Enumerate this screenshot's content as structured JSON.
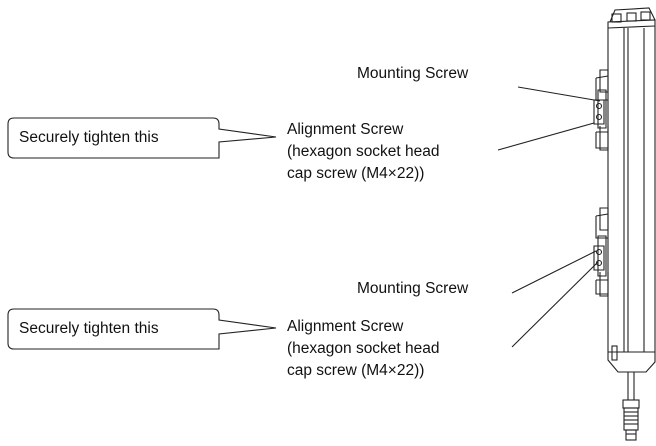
{
  "callouts": [
    {
      "text": "Securely tighten this"
    },
    {
      "text": "Securely tighten this"
    }
  ],
  "upper_group": {
    "mounting_screw": "Mounting Screw",
    "alignment_lines": [
      "Alignment Screw",
      "(hexagon socket head",
      "cap screw (M4×22))"
    ]
  },
  "lower_group": {
    "mounting_screw": "Mounting Screw",
    "alignment_lines": [
      "Alignment Screw",
      "(hexagon socket head",
      "cap screw (M4×22))"
    ]
  },
  "colors": {
    "stroke": "#222222",
    "background": "#ffffff"
  }
}
